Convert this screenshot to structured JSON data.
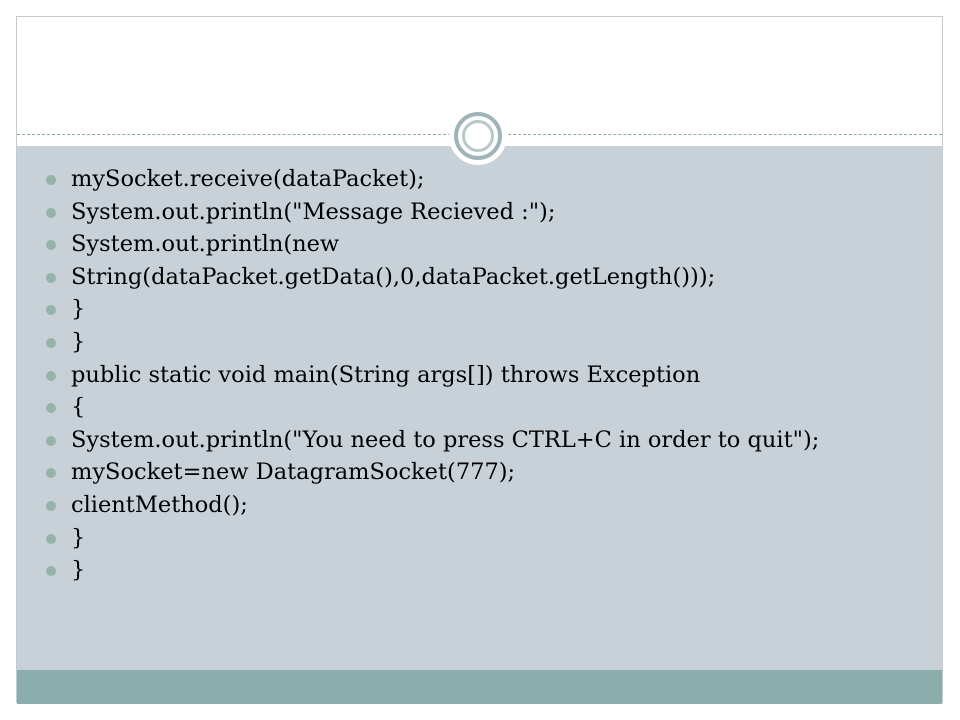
{
  "slide": {
    "colors": {
      "body_background": "#c7d1d7",
      "footer_bar": "#8badac",
      "bullet": "#95b3a8",
      "ring": "#9fb4b8"
    },
    "bullets": [
      "mySocket.receive(dataPacket);",
      "System.out.println(\"Message Recieved :\");",
      "System.out.println(new",
      "String(dataPacket.getData(),0,dataPacket.getLength()));",
      "}",
      "}",
      "public static void main(String args[]) throws Exception",
      "{",
      "System.out.println(\"You need to press CTRL+C in order to quit\");",
      "mySocket=new DatagramSocket(777);",
      "clientMethod();",
      "}",
      "}"
    ]
  }
}
